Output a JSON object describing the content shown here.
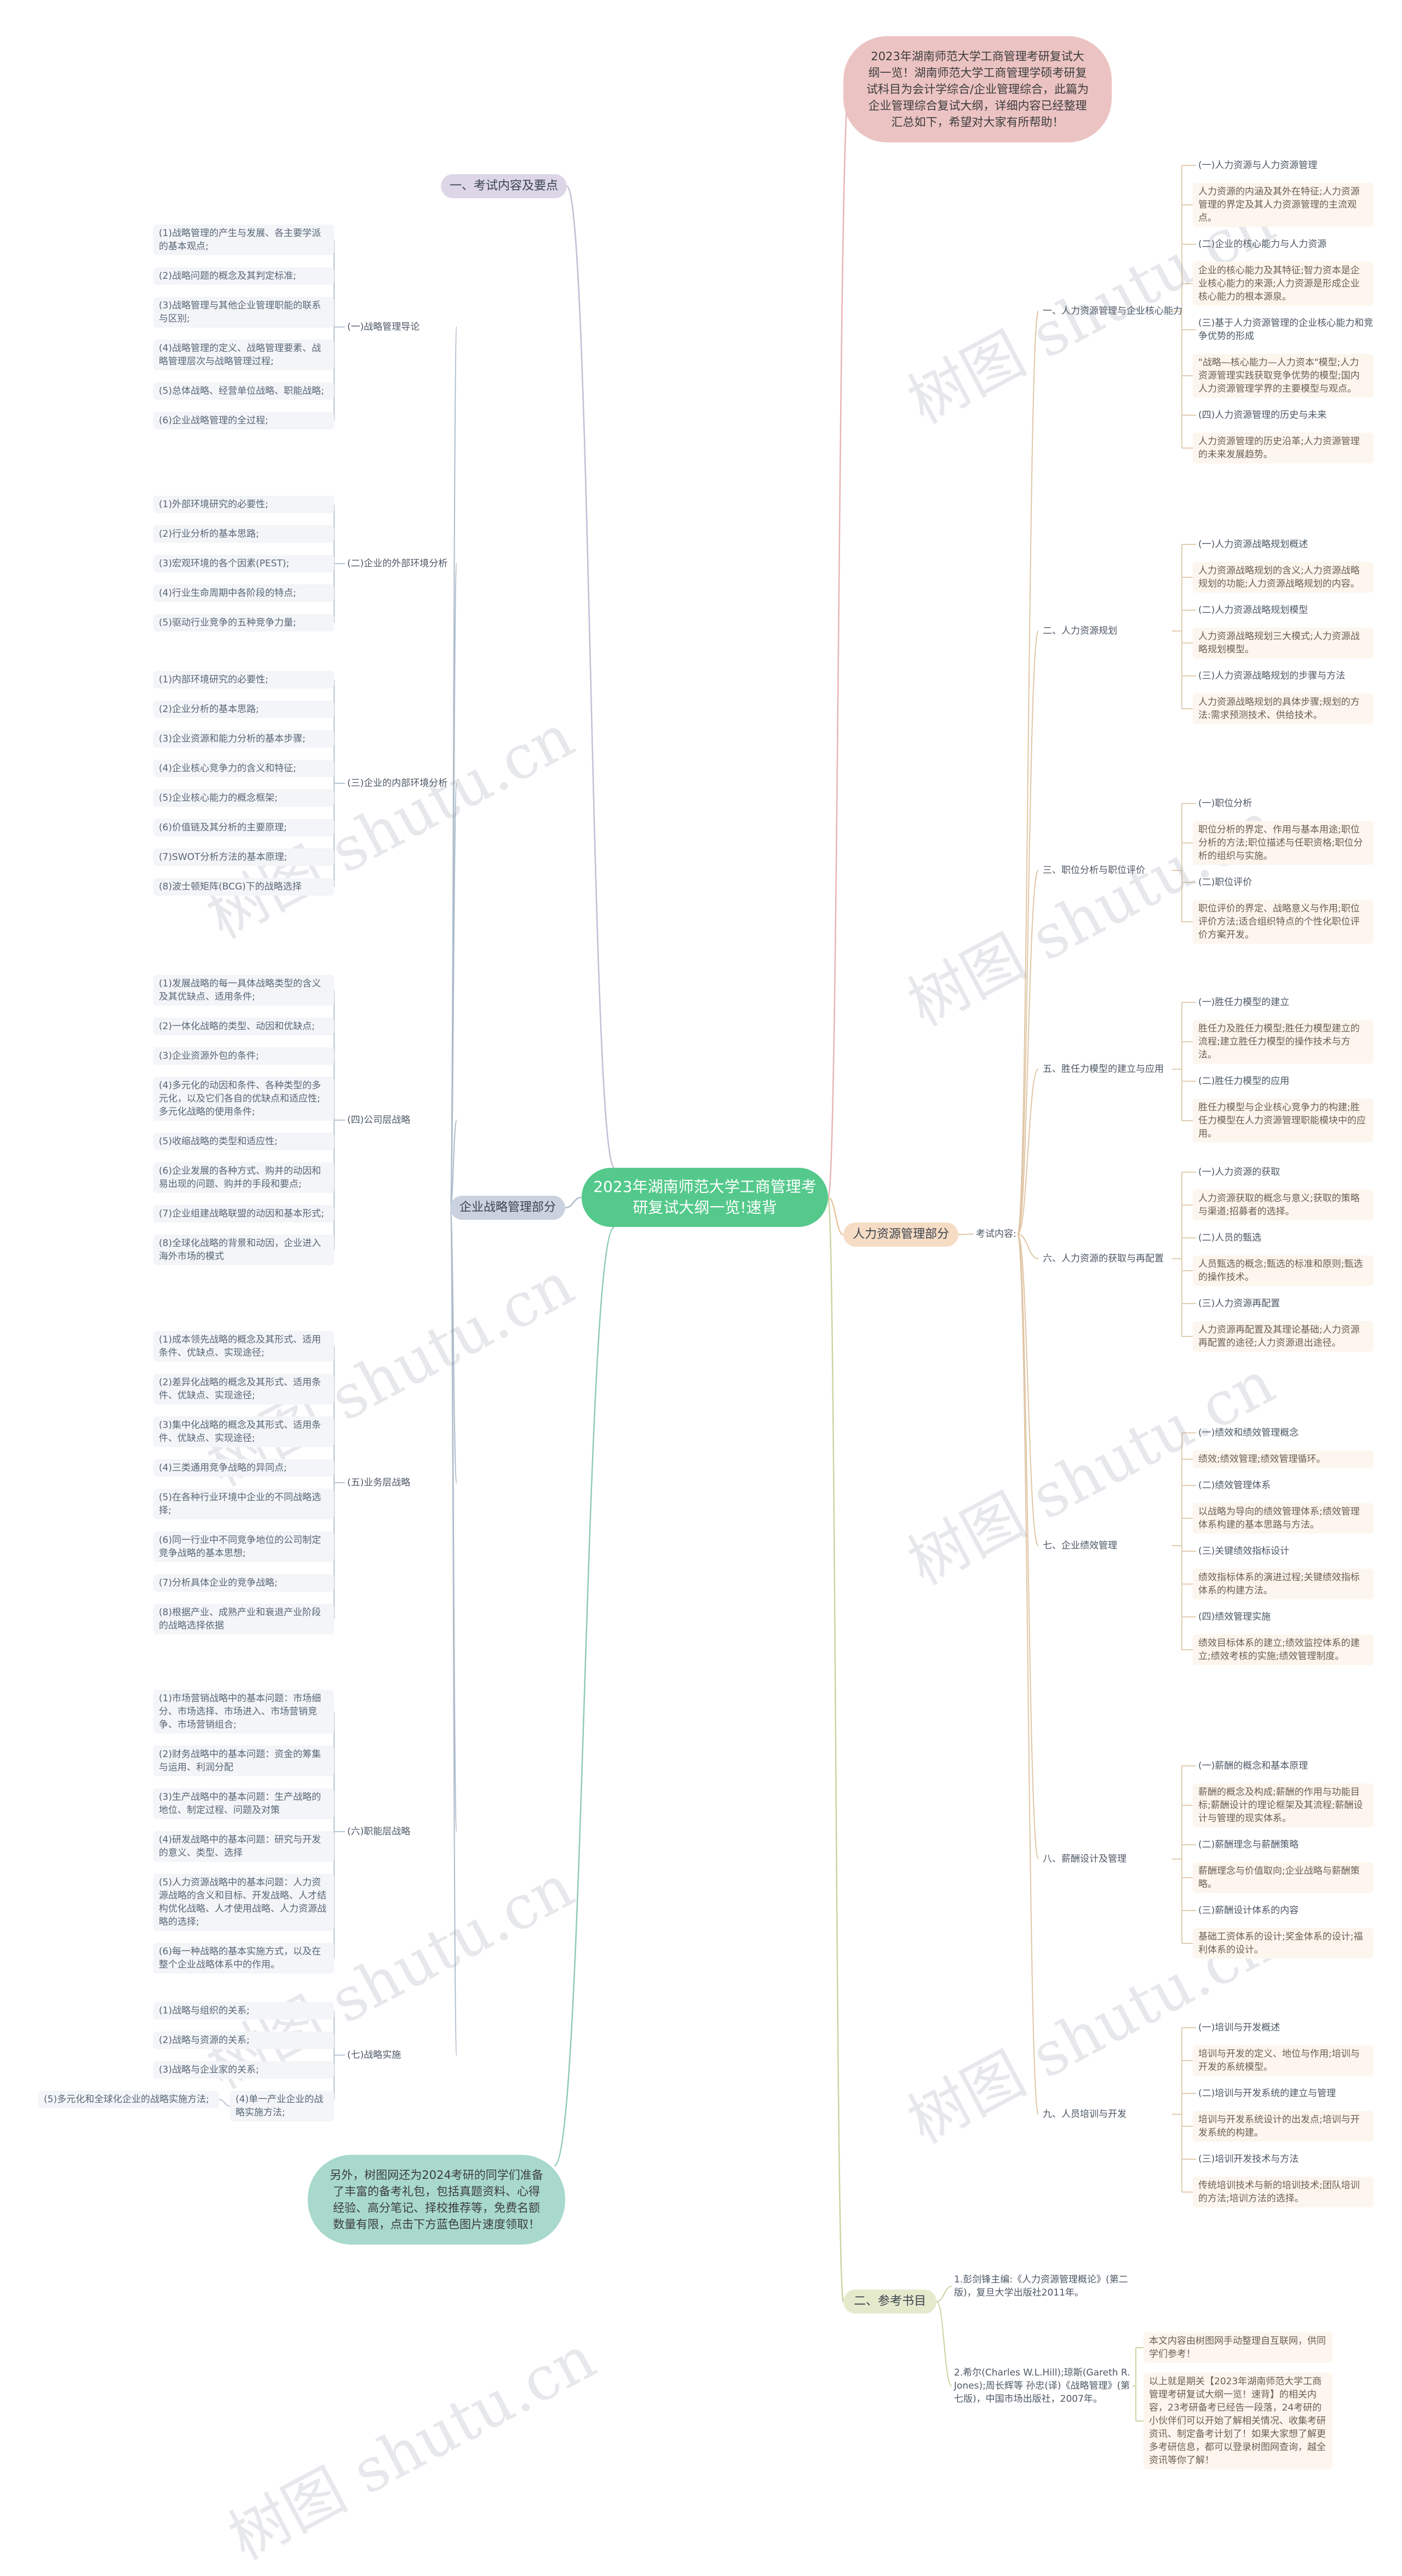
{
  "root": "2023年湖南师范大学工商管理考研复试大纲一览!速背",
  "top_bubble": "2023年湖南师范大学工商管理考研复试大纲一览！湖南师范大学工商管理学硕考研复试科目为会计学综合/企业管理综合，此篇为企业管理综合复试大纲，详细内容已经整理汇总如下，希望对大家有所帮助！",
  "bottom_bubble": "另外，树图网还为2024考研的同学们准备了丰富的备考礼包，包括真题资料、心得经验、高分笔记、择校推荐等，免费名额数量有限，点击下方蓝色图片速度领取！",
  "left": {
    "exam_title": "一、考试内容及要点",
    "strategy_title": "企业战略管理部分",
    "groups": [
      {
        "label": "(一)战略管理导论",
        "items": [
          "(1)战略管理的产生与发展、各主要学派的基本观点;",
          "(2)战略问题的概念及其判定标准;",
          "(3)战略管理与其他企业管理职能的联系与区别;",
          "(4)战略管理的定义、战略管理要素、战略管理层次与战略管理过程;",
          "(5)总体战略、经营单位战略、职能战略;",
          "(6)企业战略管理的全过程;"
        ]
      },
      {
        "label": "(二)企业的外部环境分析",
        "items": [
          "(1)外部环境研究的必要性;",
          "(2)行业分析的基本思路;",
          "(3)宏观环境的各个因素(PEST);",
          "(4)行业生命周期中各阶段的特点;",
          "(5)驱动行业竞争的五种竞争力量;"
        ]
      },
      {
        "label": "(三)企业的内部环境分析",
        "items": [
          "(1)内部环境研究的必要性;",
          "(2)企业分析的基本思路;",
          "(3)企业资源和能力分析的基本步骤;",
          "(4)企业核心竞争力的含义和特征;",
          "(5)企业核心能力的概念框架;",
          "(6)价值链及其分析的主要原理;",
          "(7)SWOT分析方法的基本原理;",
          "(8)波士顿矩阵(BCG)下的战略选择"
        ]
      },
      {
        "label": "(四)公司层战略",
        "items": [
          "(1)发展战略的每一具体战略类型的含义及其优缺点、适用条件;",
          "(2)一体化战略的类型、动因和优缺点;",
          "(3)企业资源外包的条件;",
          "(4)多元化的动因和条件、各种类型的多元化，以及它们各自的优缺点和适应性;多元化战略的使用条件;",
          "(5)收缩战略的类型和适应性;",
          "(6)企业发展的各种方式、购并的动因和易出现的问题、购并的手段和要点;",
          "(7)企业组建战略联盟的动因和基本形式;",
          "(8)全球化战略的背景和动因，企业进入海外市场的模式"
        ]
      },
      {
        "label": "(五)业务层战略",
        "items": [
          "(1)成本领先战略的概念及其形式、适用条件、优缺点、实现途径;",
          "(2)差异化战略的概念及其形式、适用条件、优缺点、实现途径;",
          "(3)集中化战略的概念及其形式、适用条件、优缺点、实现途径;",
          "(4)三类通用竞争战略的异同点;",
          "(5)在各种行业环境中企业的不同战略选择;",
          "(6)同一行业中不同竞争地位的公司制定竞争战略的基本思想;",
          "(7)分析具体企业的竞争战略;",
          "(8)根据产业、成熟产业和衰退产业阶段的战略选择依据"
        ]
      },
      {
        "label": "(六)职能层战略",
        "items": [
          "(1)市场营销战略中的基本问题：市场细分、市场选择、市场进入、市场营销竞争、市场营销组合;",
          "(2)财务战略中的基本问题：资金的筹集与运用、利润分配",
          "(3)生产战略中的基本问题：生产战略的地位、制定过程、问题及对策",
          "(4)研发战略中的基本问题：研究与开发的意义、类型、选择",
          "(5)人力资源战略中的基本问题：人力资源战略的含义和目标、开发战略、人才结构优化战略、人才使用战略、人力资源战略的选择;",
          "(6)每一种战略的基本实施方式，以及在整个企业战略体系中的作用。"
        ]
      },
      {
        "label": "(七)战略实施",
        "items": [
          "(1)战略与组织的关系;",
          "(2)战略与资源的关系;",
          "(3)战略与企业家的关系;",
          "(4)单一产业企业的战略实施方法;"
        ]
      }
    ],
    "extra_leaf": "(5)多元化和全球化企业的战略实施方法;"
  },
  "right": {
    "hr_title": "人力资源管理部分",
    "exam_label": "考试内容:",
    "refs_title": "二、参考书目",
    "sections": [
      {
        "label": "一、人力资源管理与企业核心能力",
        "items": [
          "(一)人力资源与人力资源管理",
          "人力资源的内涵及其外在特征;人力资源管理的界定及其人力资源管理的主流观点。",
          "(二)企业的核心能力与人力资源",
          "企业的核心能力及其特征;智力资本是企业核心能力的来源;人力资源是形成企业核心能力的根本源泉。",
          "(三)基于人力资源管理的企业核心能力和竞争优势的形成",
          "\"战略—核心能力—人力资本\"模型;人力资源管理实践获取竞争优势的模型;国内人力资源管理学界的主要模型与观点。",
          "(四)人力资源管理的历史与未来",
          "人力资源管理的历史沿革;人力资源管理的未来发展趋势。"
        ]
      },
      {
        "label": "二、人力资源规划",
        "items": [
          "(一)人力资源战略规划概述",
          "人力资源战略规划的含义;人力资源战略规划的功能;人力资源战略规划的内容。",
          "(二)人力资源战略规划模型",
          "人力资源战略规划三大模式;人力资源战略规划模型。",
          "(三)人力资源战略规划的步骤与方法",
          "人力资源战略规划的具体步骤;规划的方法:需求预测技术、供给技术。"
        ]
      },
      {
        "label": "三、职位分析与职位评价",
        "items": [
          "(一)职位分析",
          "职位分析的界定、作用与基本用途;职位分析的方法;职位描述与任职资格;职位分析的组织与实施。",
          "(二)职位评价",
          "职位评价的界定、战略意义与作用;职位评价方法;适合组织特点的个性化职位评价方案开发。"
        ]
      },
      {
        "label": "五、胜任力模型的建立与应用",
        "items": [
          "(一)胜任力模型的建立",
          "胜任力及胜任力模型;胜任力模型建立的流程;建立胜任力模型的操作技术与方法。",
          "(二)胜任力模型的应用",
          "胜任力模型与企业核心竞争力的构建;胜任力模型在人力资源管理职能模块中的应用。"
        ]
      },
      {
        "label": "六、人力资源的获取与再配置",
        "items": [
          "(一)人力资源的获取",
          "人力资源获取的概念与意义;获取的策略与渠道;招募者的选择。",
          "(二)人员的甄选",
          "人员甄选的概念;甄选的标准和原则;甄选的操作技术。",
          "(三)人力资源再配置",
          "人力资源再配置及其理论基础;人力资源再配置的途径;人力资源退出途径。"
        ]
      },
      {
        "label": "七、企业绩效管理",
        "items": [
          "(一)绩效和绩效管理概念",
          "绩效;绩效管理;绩效管理循环。",
          "(二)绩效管理体系",
          "以战略为导向的绩效管理体系;绩效管理体系构建的基本思路与方法。",
          "(三)关键绩效指标设计",
          "绩效指标体系的演进过程;关键绩效指标体系的构建方法。",
          "(四)绩效管理实施",
          "绩效目标体系的建立;绩效监控体系的建立;绩效考核的实施;绩效管理制度。"
        ]
      },
      {
        "label": "八、薪酬设计及管理",
        "items": [
          "(一)薪酬的概念和基本原理",
          "薪酬的概念及构成;薪酬的作用与功能目标;薪酬设计的理论框架及其流程;薪酬设计与管理的现实体系。",
          "(二)薪酬理念与薪酬策略",
          "薪酬理念与价值取向;企业战略与薪酬策略。",
          "(三)薪酬设计体系的内容",
          "基础工资体系的设计;奖金体系的设计;福利体系的设计。"
        ]
      },
      {
        "label": "九、人员培训与开发",
        "items": [
          "(一)培训与开发概述",
          "培训与开发的定义、地位与作用;培训与开发的系统模型。",
          "(二)培训与开发系统的建立与管理",
          "培训与开发系统设计的出发点;培训与开发系统的构建。",
          "(三)培训开发技术与方法",
          "传统培训技术与新的培训技术;团队培训的方法;培训方法的选择。"
        ]
      }
    ],
    "refs": [
      "1.彭剑锋主编:《人力资源管理概论》(第二版)，复旦大学出版社2011年。",
      "2.希尔(Charles W.L.Hill);琼斯(Gareth R.Jones);周长辉等 孙忠(译)《战略管理》(第七版)，中国市场出版社，2007年。"
    ],
    "ref_notes": [
      "本文内容由树图网手动整理自互联网，供同学们参考！",
      "以上就是期关【2023年湖南师范大学工商管理考研复试大纲一览！速背】的相关内容，23考研备考已经告一段落，24考研的小伙伴们可以开始了解相关情况、收集考研资讯、制定备考计划了！如果大家想了解更多考研信息，都可以登录树图网查询，越全资讯等你了解！"
    ]
  },
  "watermark": "树图 shutu.cn",
  "colors": {
    "root": "#54c98b",
    "top_bubble": "#ecc3c3",
    "bottom_bubble": "#a8d9cc",
    "exam_title": "#dcd6e6",
    "strategy": "#c9d2de",
    "hr": "#f6dcc4",
    "refs": "#e6eacd"
  }
}
